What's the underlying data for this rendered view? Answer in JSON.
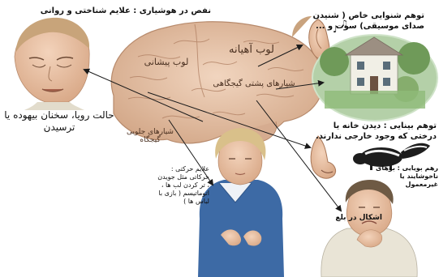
{
  "labels": {
    "top_left": "نفص در هوشیاری : علایم شناختی و روانی",
    "top_right": "توهم شنوایی خاص ( شنیدن صدای موسیقی) سوت و ...",
    "left_middle": "حالت رویا، سخنان بیهوده یا ترسیدن",
    "right_middle": "توهم بینایی : دیدن خانه یا درختی که وجود خارجی ندارند.",
    "smell": "رهم بویایی : بوهای ناخوشایند یا غیرمعمول",
    "swallow": "اشکال در بلع",
    "motor": "علایم حرکتی : حرکاتی مثل جویدن ، تر کردن لب ها ، اتوماتیسم ( بازی با لباس ها )"
  },
  "brain": {
    "frontal_top": "لوب پیشانی",
    "temporal": "لوب آهیانه",
    "occipital": "شیارهای پشتی گیجگاهی",
    "frontal_bottom": "شیارهای جلویی گیجگاه"
  },
  "colors": {
    "brain": "#e8c6ad",
    "arrow": "#1a1a1a",
    "shirt_woman": "#3d6aa5",
    "shirt_man": "#e9e4d6"
  }
}
